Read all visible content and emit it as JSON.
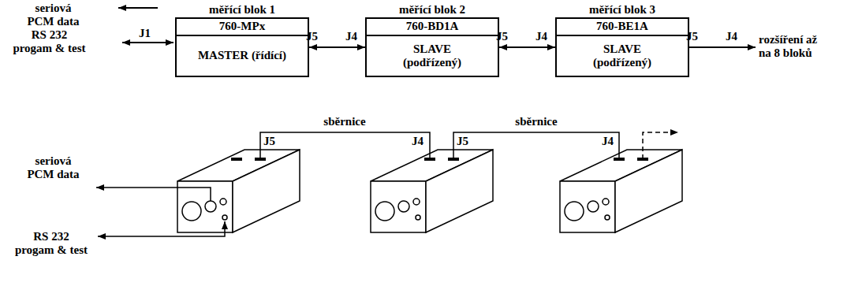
{
  "diagram": {
    "nodes": [
      {
        "text": [
          "měřící blok 1",
          "760-MPx",
          "MASTER (řídící)"
        ]
      },
      {
        "text": [
          "měřící blok 2",
          "760-BD1A",
          "SLAVE (podřízený)"
        ]
      },
      {
        "text": [
          "měřící blok 3",
          "760-BE1A",
          "SLAVE (podřízený)"
        ]
      }
    ],
    "edges": [
      {
        "from": 0,
        "to": 1,
        "arrow": "both"
      },
      {
        "from": 1,
        "to": 2,
        "arrow": "both"
      }
    ],
    "labels": [
      "seriová PCM data",
      "RS 232 progam & test",
      "J1",
      "J5",
      "J4",
      "J5",
      "J4",
      "J5",
      "J4",
      "rozšíření až na 8 bloků",
      "sběrnice",
      "sběrnice",
      "J5",
      "J4",
      "J5",
      "J4",
      "seriová PCM data",
      "RS 232 progam & test"
    ]
  }
}
